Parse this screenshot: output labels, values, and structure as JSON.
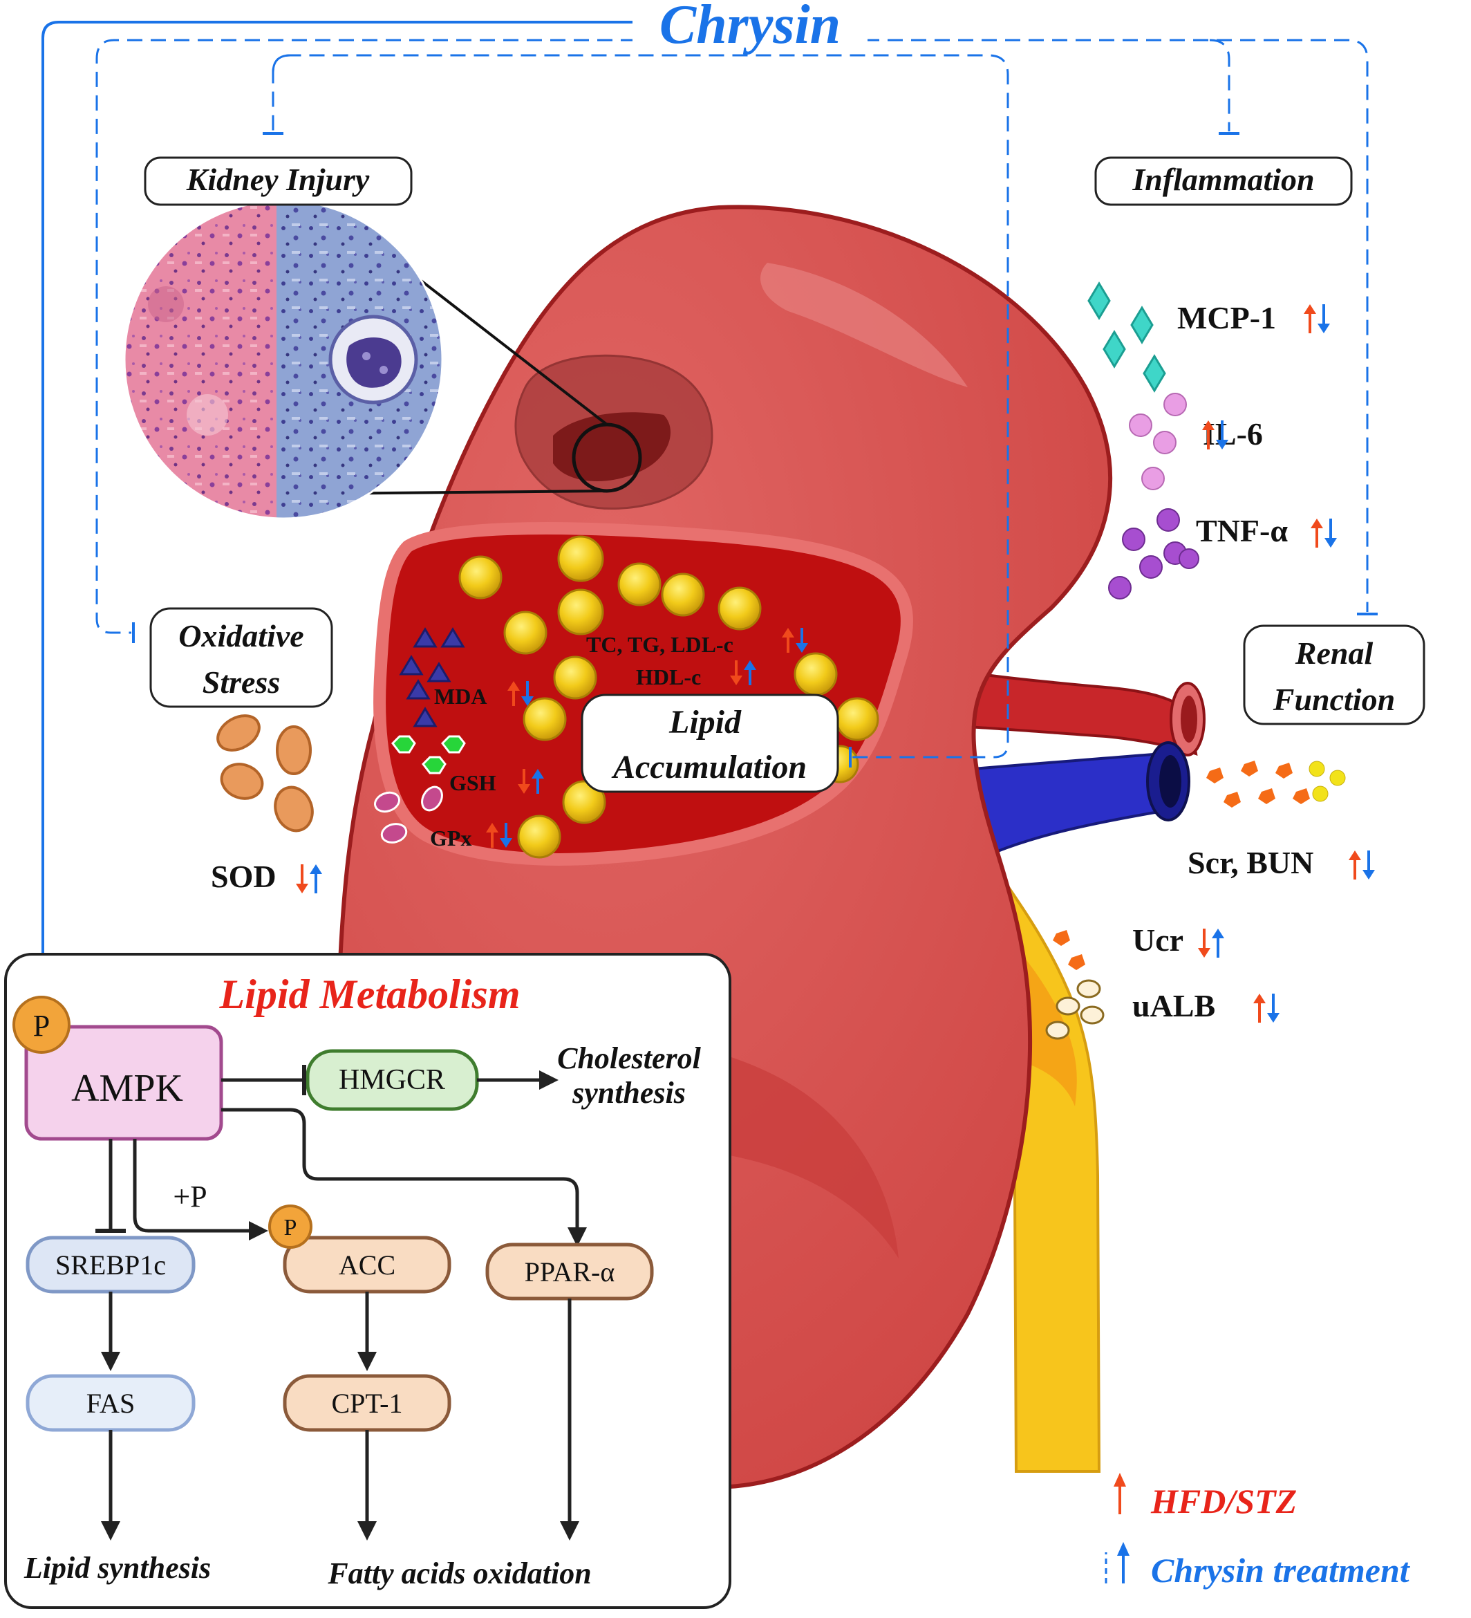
{
  "title": "Chrysin",
  "labels": {
    "kidney_injury": "Kidney Injury",
    "inflammation": "Inflammation",
    "oxidative_stress": [
      "Oxidative",
      "Stress"
    ],
    "renal_function": [
      "Renal",
      "Function"
    ],
    "lipid_accumulation": [
      "Lipid",
      "Accumulation"
    ]
  },
  "markers": {
    "mcp1": "MCP-1",
    "il6": "IL-6",
    "tnfa": "TNF-α",
    "sod": "SOD",
    "mda": "MDA",
    "gsh": "GSH",
    "gpx": "GPx",
    "lipids1": "TC, TG, LDL-c",
    "lipids2": "HDL-c",
    "scr_bun": "Scr, BUN",
    "ucr": "Ucr",
    "ualb": "uALB"
  },
  "lipid_metabolism": {
    "title": "Lipid Metabolism",
    "ampk": "AMPK",
    "phospho": "P",
    "hmgcr": "HMGCR",
    "cholesterol": [
      "Cholesterol",
      "synthesis"
    ],
    "plus_p": "+P",
    "srebp1c": "SREBP1c",
    "acc": "ACC",
    "ppar": "PPAR-α",
    "fas": "FAS",
    "cpt1": "CPT-1",
    "lipid_synthesis": "Lipid synthesis",
    "fa_oxidation": "Fatty acids oxidation"
  },
  "legend": {
    "hfd": "HFD/STZ",
    "chrysin_treatment": "Chrysin treatment"
  },
  "colors": {
    "chrysin_blue": "#1a73e8",
    "hfd_red": "#e8241a",
    "arrow_up_red": "#f04a1c",
    "arrow_blue": "#1a73e8",
    "kidney": "#d24a48",
    "kidney_dark": "#b8191c",
    "fat": "#f2cb1a",
    "vein": "#2b2fc8",
    "ureter": "#f7c51c"
  }
}
